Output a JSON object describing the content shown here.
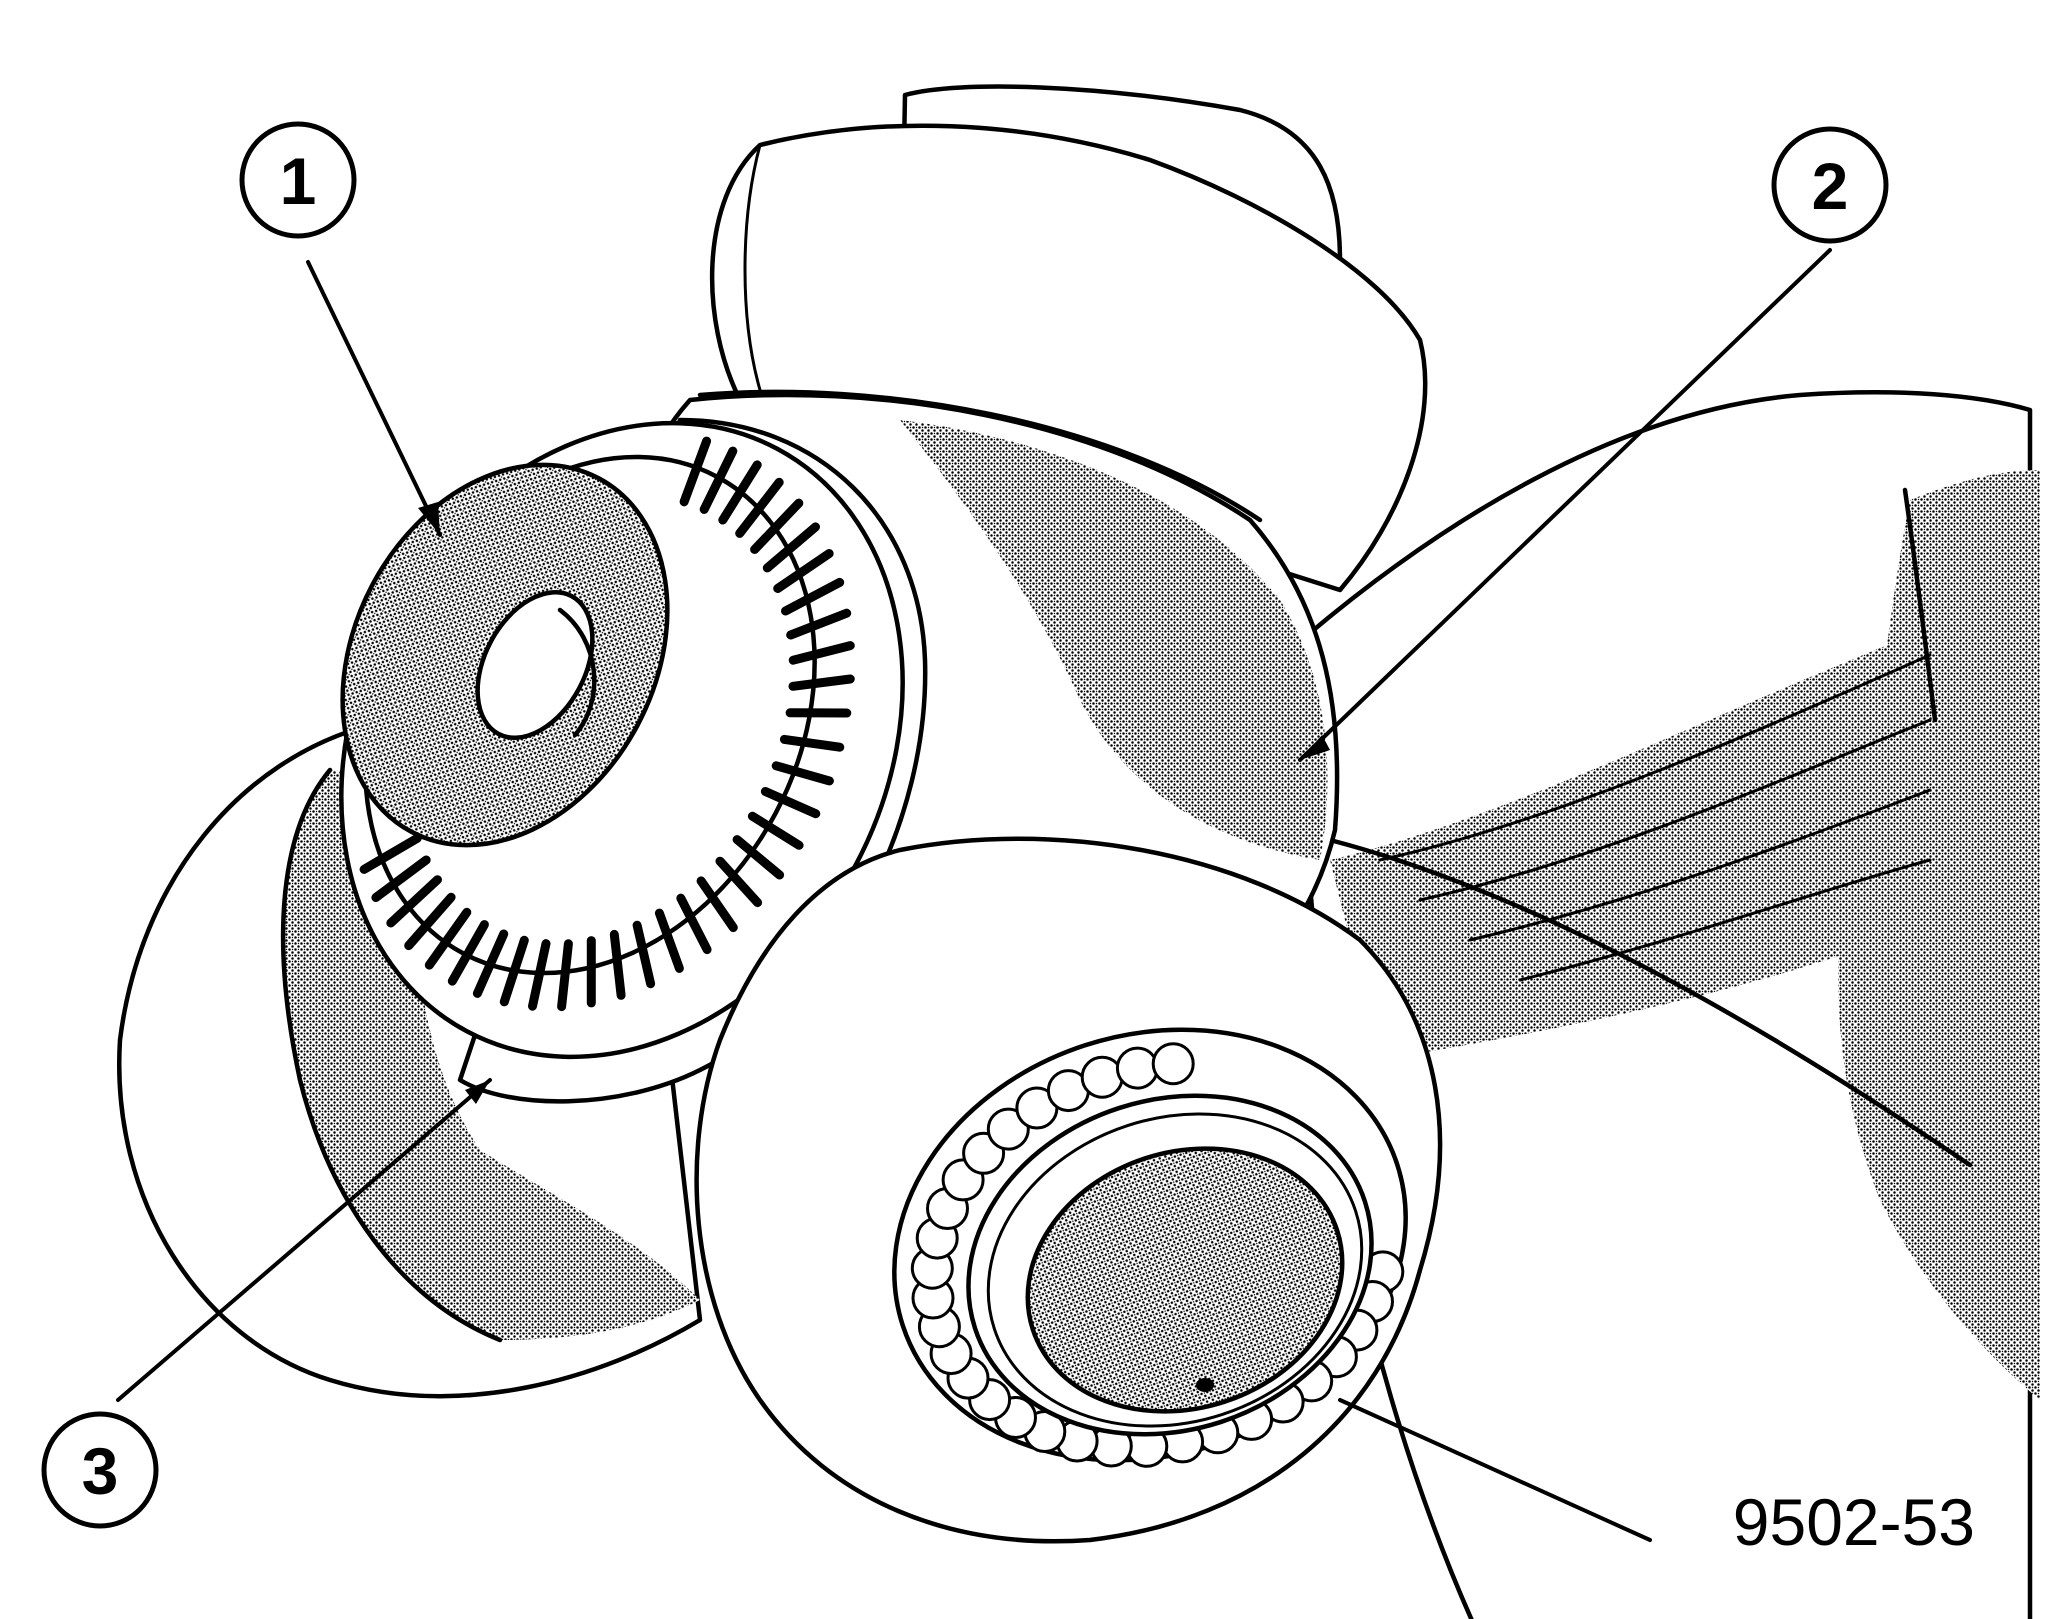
{
  "callouts": [
    {
      "id": "1",
      "label": "1"
    },
    {
      "id": "2",
      "label": "2"
    },
    {
      "id": "3",
      "label": "3"
    }
  ],
  "figure_number": "9502-53",
  "colors": {
    "ink": "#000000",
    "paper": "#ffffff",
    "shade": "#8a8a8a"
  }
}
